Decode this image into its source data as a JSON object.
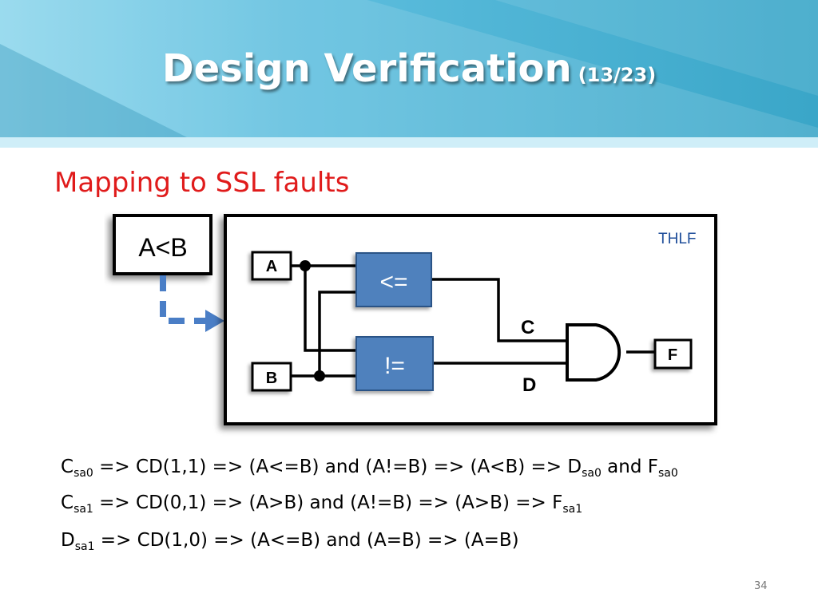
{
  "header": {
    "title": "Design Verification",
    "counter": "(13/23)",
    "colors": {
      "dark": "#3aa6c8",
      "light": "#8dd6ec",
      "band": "#cfeef8"
    }
  },
  "subtitle": "Mapping to SSL faults",
  "diagram": {
    "condition_label": "A<B",
    "module_label": "THLF",
    "inputs": [
      "A",
      "B"
    ],
    "blocks": [
      "<=",
      "!="
    ],
    "wires": [
      "C",
      "D"
    ],
    "output": "F",
    "colors": {
      "block": "#4f81bd",
      "arrow": "#4a7ec6",
      "module_label": "#1f4e9a"
    }
  },
  "equations": [
    {
      "parts": [
        {
          "text": "C"
        },
        {
          "text": "sa0",
          "sub": true
        },
        {
          "text": " => CD(1,1) => (A<=B) and (A!=B) => (A<B) => D"
        },
        {
          "text": "sa0",
          "sub": true
        },
        {
          "text": " and F"
        },
        {
          "text": "sa0",
          "sub": true
        }
      ]
    },
    {
      "parts": [
        {
          "text": "C"
        },
        {
          "text": "sa1",
          "sub": true
        },
        {
          "text": " => CD(0,1) => (A>B) and (A!=B) => (A>B) => F"
        },
        {
          "text": "sa1",
          "sub": true
        }
      ]
    },
    {
      "parts": [
        {
          "text": "D"
        },
        {
          "text": "sa1",
          "sub": true
        },
        {
          "text": " => CD(1,0) => (A<=B) and (A=B) => (A=B)"
        }
      ]
    }
  ],
  "page_number": "34"
}
